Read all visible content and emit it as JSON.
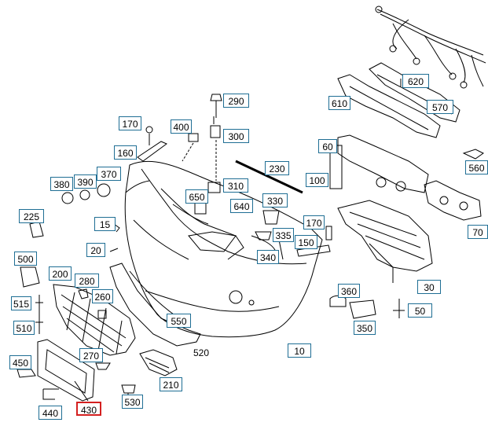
{
  "colors": {
    "label_border": "#1f6e94",
    "highlight_border": "#d42020",
    "line": "#000000"
  },
  "highlighted_part": "430",
  "labels": {
    "p620": "620",
    "p570": "570",
    "p610": "610",
    "p290": "290",
    "p170a": "170",
    "p400": "400",
    "p300": "300",
    "p160": "160",
    "p60": "60",
    "p560": "560",
    "p230": "230",
    "p380": "380",
    "p390": "390",
    "p370": "370",
    "p650": "650",
    "p310": "310",
    "p100": "100",
    "p330": "330",
    "p640": "640",
    "p225": "225",
    "p15": "15",
    "p170b": "170",
    "p335": "335",
    "p70": "70",
    "p150": "150",
    "p20": "20",
    "p340": "340",
    "p500": "500",
    "p200": "200",
    "p280": "280",
    "p30": "30",
    "p360": "360",
    "p260": "260",
    "p515": "515",
    "p50": "50",
    "p550": "550",
    "p350": "350",
    "p510": "510",
    "p10": "10",
    "p270": "270",
    "p450": "450",
    "p210": "210",
    "p530": "530",
    "p440": "440",
    "p430": "430"
  },
  "plain_labels": {
    "p520": "520"
  }
}
